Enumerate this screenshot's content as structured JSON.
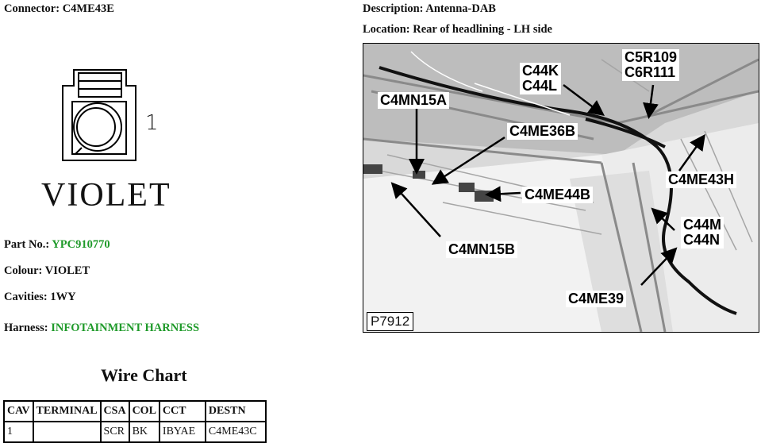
{
  "header": {
    "connector_label": "Connector:",
    "connector_value": "C4ME43E",
    "description_label": "Description:",
    "description_value": "Antenna-DAB",
    "location_label": "Location:",
    "location_value": "Rear of headlining - LH side"
  },
  "connector": {
    "pin_number": "1",
    "colour_text": "VIOLET"
  },
  "fields": {
    "part_no_label": "Part No.:",
    "part_no_value": "YPC910770",
    "colour_label": "Colour:",
    "colour_value": "VIOLET",
    "cavities_label": "Cavities:",
    "cavities_value": "1WY",
    "harness_label": "Harness:",
    "harness_value": "INFOTAINMENT HARNESS"
  },
  "wire_chart": {
    "title": "Wire Chart",
    "headers": [
      "CAV",
      "TERMINAL",
      "CSA",
      "COL",
      "CCT",
      "DESTN"
    ],
    "rows": [
      [
        "1",
        "",
        "SCR",
        "BK",
        "IBYAE",
        "C4ME43C"
      ]
    ]
  },
  "photo": {
    "reference": "P7912",
    "labels": {
      "c5r109": "C5R109",
      "c6r111": "C6R111",
      "c44k": "C44K",
      "c44l": "C44L",
      "c4mn15a": "C4MN15A",
      "c4me36b": "C4ME36B",
      "c4me43h": "C4ME43H",
      "c4me44b": "C4ME44B",
      "c44m": "C44M",
      "c44n": "C44N",
      "c4mn15b": "C4MN15B",
      "c4me39": "C4ME39"
    }
  },
  "colors": {
    "highlight": "#1f9a2a"
  }
}
